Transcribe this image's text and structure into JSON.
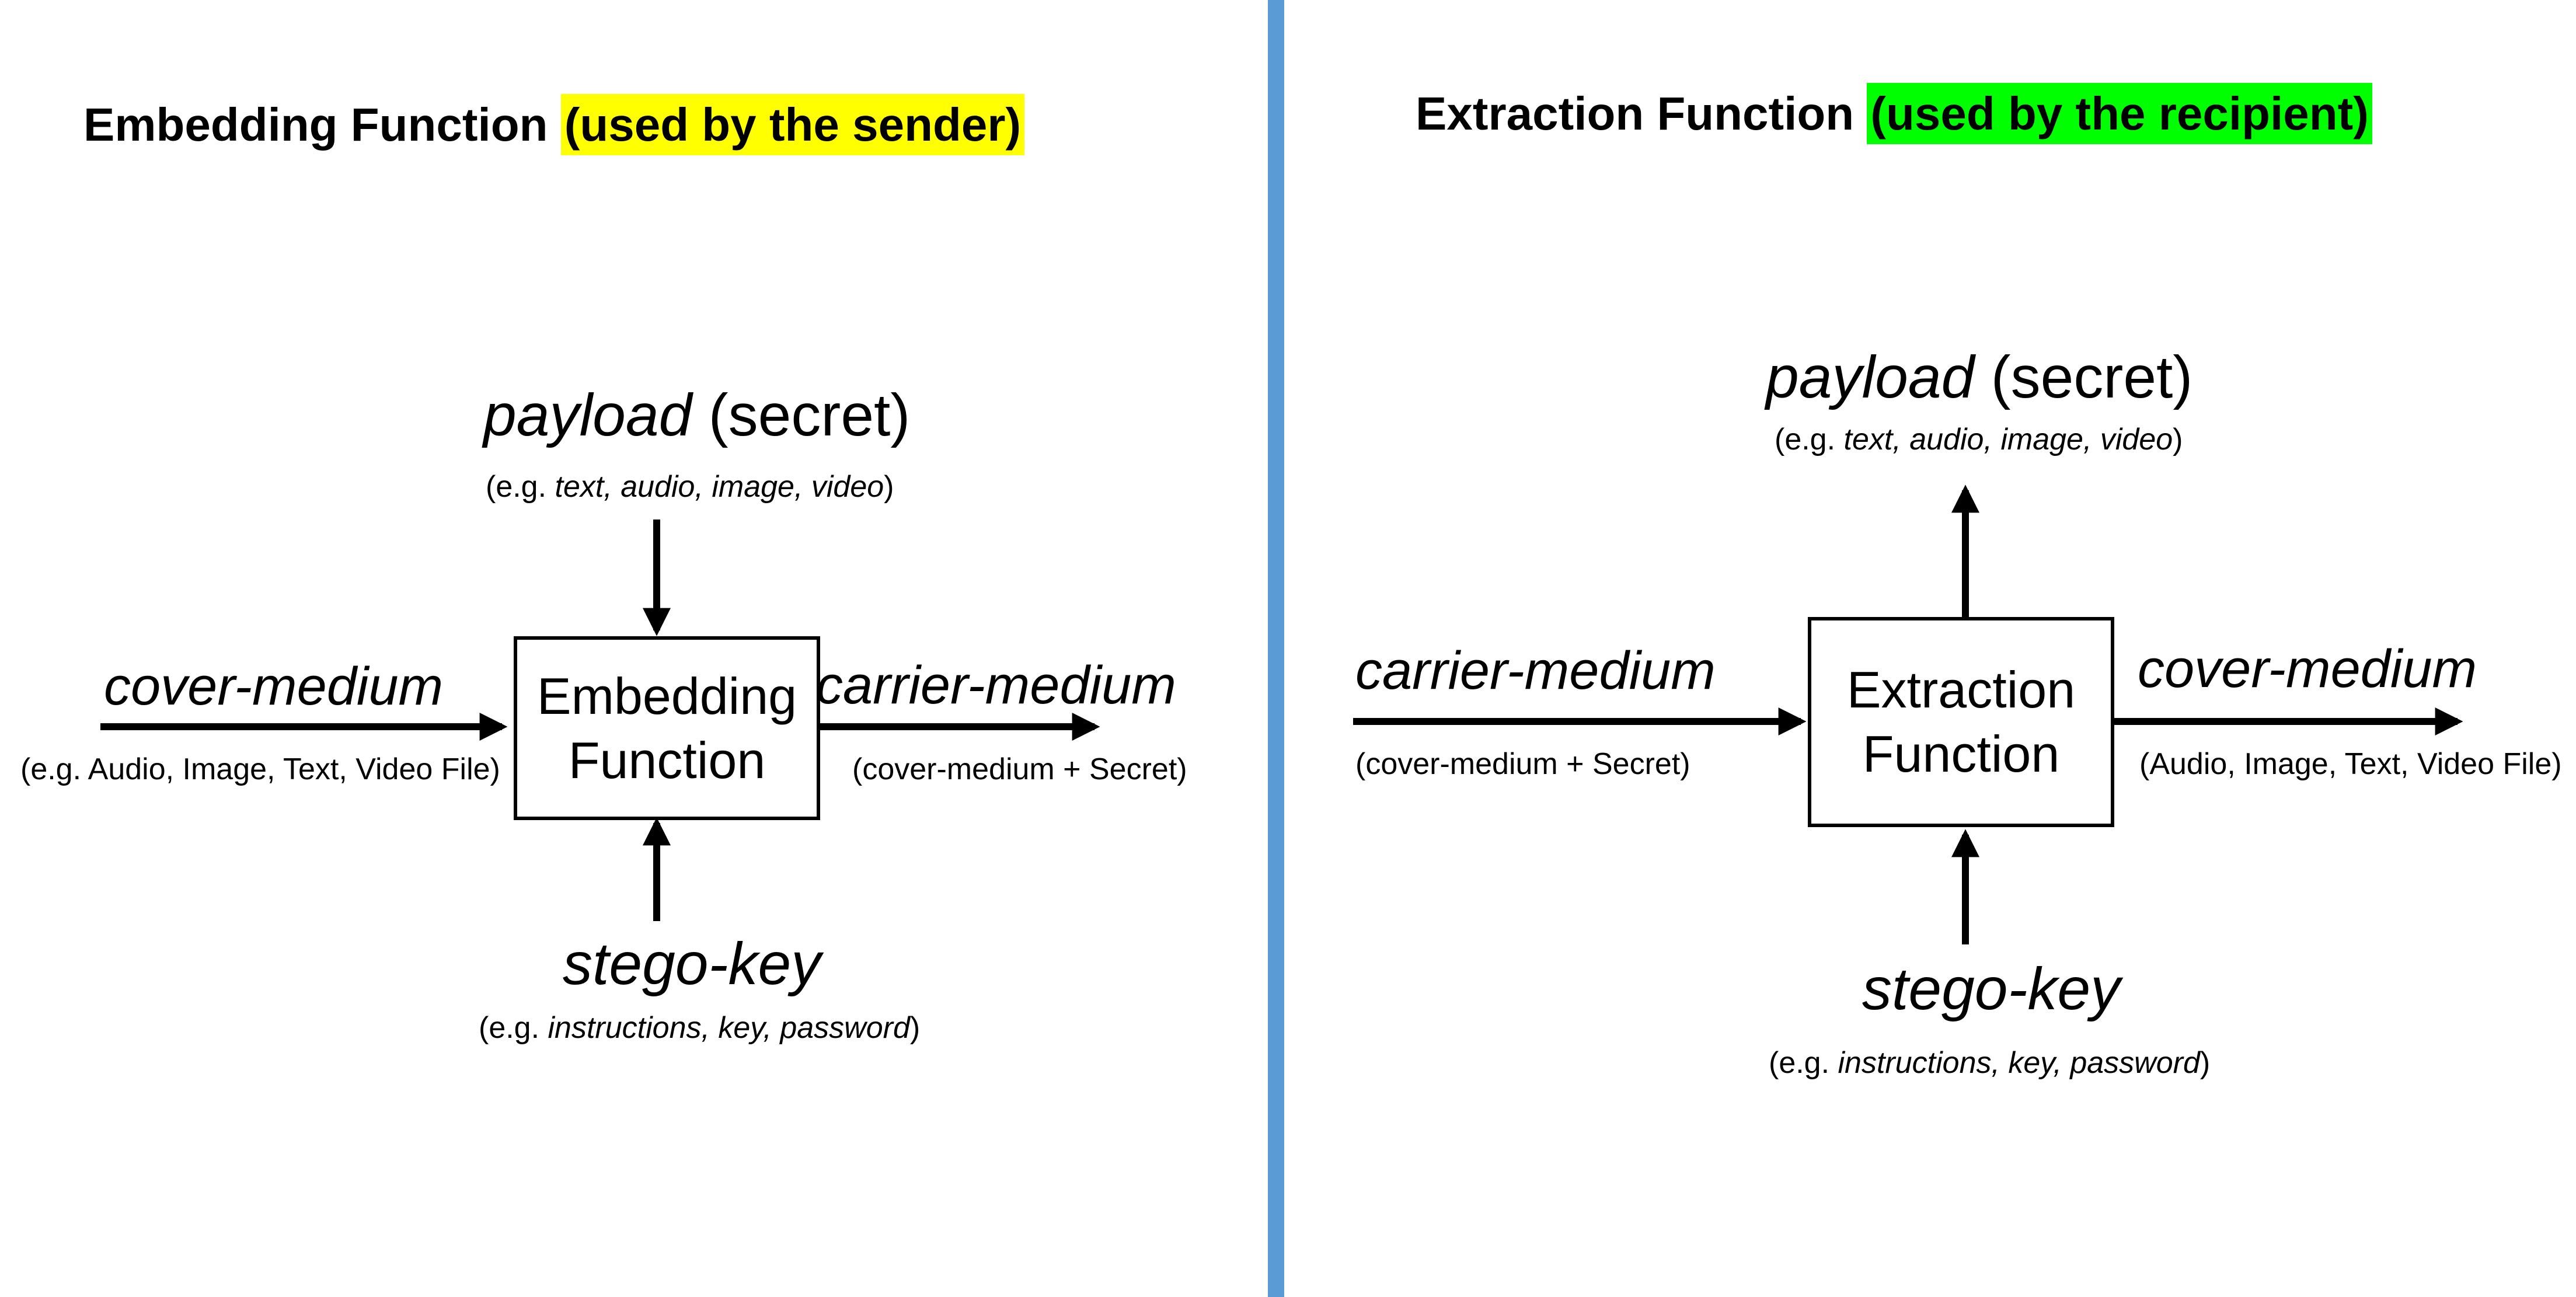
{
  "colors": {
    "sender_highlight": "#ffff00",
    "recipient_highlight": "#00ff00",
    "divider": "#5b9bd5"
  },
  "embedding": {
    "title": "Embedding Function",
    "title_highlight": "(used by the sender)",
    "payload": {
      "term": "payload",
      "note": "(secret)",
      "example_prefix": "(e.g. ",
      "example_items": "text, audio, image, video",
      "example_suffix": ")"
    },
    "input": {
      "term": "cover-medium",
      "example": "(e.g. Audio, Image, Text, Video File)"
    },
    "box": {
      "line1": "Embedding",
      "line2": "Function"
    },
    "output": {
      "term": "carrier-medium",
      "example": "(cover-medium + Secret)"
    },
    "key": {
      "term": "stego-key",
      "example_prefix": "(e.g. ",
      "example_items": "instructions, key, password",
      "example_suffix": ")"
    }
  },
  "extraction": {
    "title": "Extraction Function",
    "title_highlight": "(used by the recipient)",
    "payload": {
      "term": "payload",
      "note": "(secret)",
      "example_prefix": "(e.g. ",
      "example_items": "text, audio, image, video",
      "example_suffix": ")"
    },
    "input": {
      "term": "carrier-medium",
      "example": "(cover-medium + Secret)"
    },
    "box": {
      "line1": "Extraction",
      "line2": "Function"
    },
    "output": {
      "term": "cover-medium",
      "example": "(Audio, Image, Text, Video File)"
    },
    "key": {
      "term": "stego-key",
      "example_prefix": "(e.g. ",
      "example_items": "instructions, key, password",
      "example_suffix": ")"
    }
  }
}
